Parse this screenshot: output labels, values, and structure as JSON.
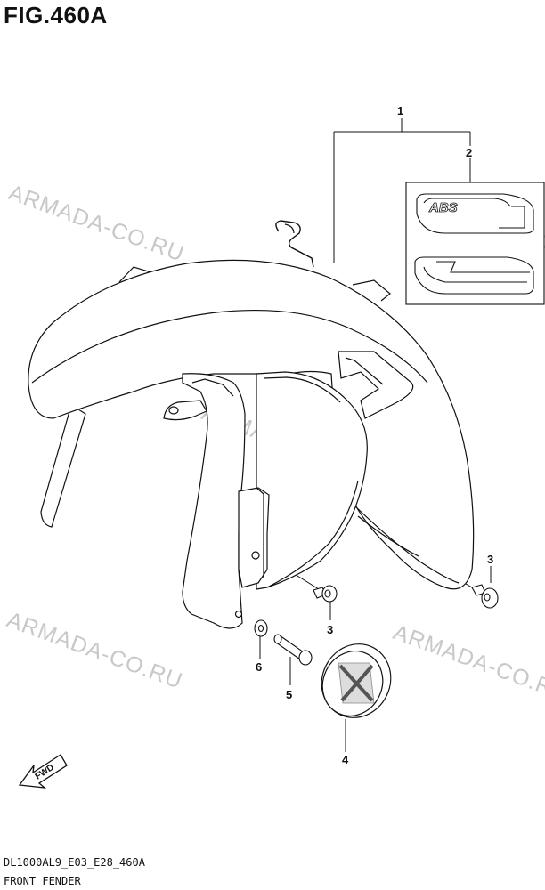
{
  "figure": {
    "title": "FIG.460A"
  },
  "callouts": [
    {
      "id": "1",
      "label": "1"
    },
    {
      "id": "2",
      "label": "2"
    },
    {
      "id": "3a",
      "label": "3"
    },
    {
      "id": "3b",
      "label": "3"
    },
    {
      "id": "4",
      "label": "4"
    },
    {
      "id": "5",
      "label": "5"
    },
    {
      "id": "6",
      "label": "6"
    }
  ],
  "parts": {
    "emblem_text": "ABS",
    "direction_label": "FWD"
  },
  "watermark": "ARMADA-CO.RU",
  "footer": {
    "code": "DL1000AL9_E03_E28_460A",
    "name": "FRONT FENDER"
  }
}
